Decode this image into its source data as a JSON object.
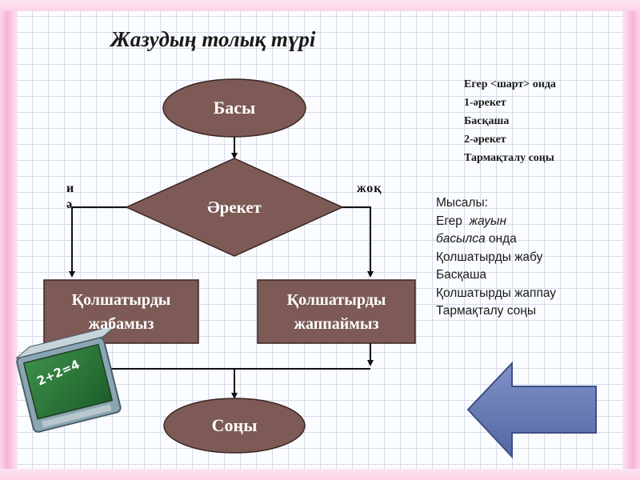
{
  "slide": {
    "title": "Жазудың толық түрі"
  },
  "flowchart": {
    "start": "Басы",
    "decision": "Әрекет",
    "yes_label": "иә",
    "no_label": "жоқ",
    "yes_action_line1": "Қолшатырды",
    "yes_action_line2": "жабамыз",
    "no_action_line1": "Қолшатырды",
    "no_action_line2": "жаппаймыз",
    "end": "Соңы"
  },
  "syntax_box": {
    "lines": [
      "Егер <шарт> онда",
      "1-әрекет",
      "Басқаша",
      "2-әрекет",
      "Тармақталу соңы"
    ]
  },
  "example_box": {
    "heading": "Мысалы:",
    "line1_prefix": "Егер  ",
    "line1_italic": "жауын",
    "line2_italic": "басылса",
    "line2_suffix": " онда",
    "line3": "Қолшатырды жабу",
    "line4": "Басқаша",
    "line5": "Қолшатырды жаппау",
    "line6": "Тармақталу соңы"
  },
  "colors": {
    "shape_fill": "#7d5a55",
    "shape_stroke": "#3a2522",
    "arrow_fill": "#6d7fb8"
  },
  "icons": [
    "chalkboard-icon",
    "back-arrow-icon"
  ]
}
